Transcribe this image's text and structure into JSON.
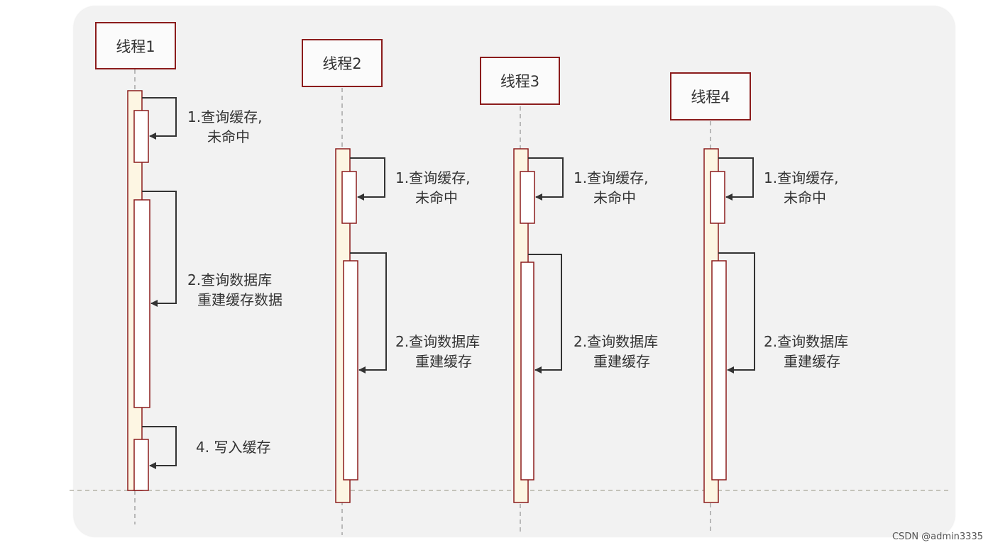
{
  "threads": [
    {
      "title": "线程1",
      "steps": [
        {
          "line1": "1.查询缓存,",
          "line2": "未命中"
        },
        {
          "line1": "2.查询数据库",
          "line2": "重建缓存数据"
        },
        {
          "line1": "4. 写入缓存",
          "line2": ""
        }
      ]
    },
    {
      "title": "线程2",
      "steps": [
        {
          "line1": "1.查询缓存,",
          "line2": "未命中"
        },
        {
          "line1": "2.查询数据库",
          "line2": "重建缓存"
        }
      ]
    },
    {
      "title": "线程3",
      "steps": [
        {
          "line1": "1.查询缓存,",
          "line2": "未命中"
        },
        {
          "line1": "2.查询数据库",
          "line2": "重建缓存"
        }
      ]
    },
    {
      "title": "线程4",
      "steps": [
        {
          "line1": "1.查询缓存,",
          "line2": "未命中"
        },
        {
          "line1": "2.查询数据库",
          "line2": "重建缓存"
        }
      ]
    }
  ],
  "watermark": "CSDN @admin3335",
  "colors": {
    "box_border": "#8b1c1c",
    "activation_fill": "#fdf6e3",
    "arrow": "#333333",
    "dashed_line": "#b5b3a8",
    "lifeline": "#999999"
  }
}
